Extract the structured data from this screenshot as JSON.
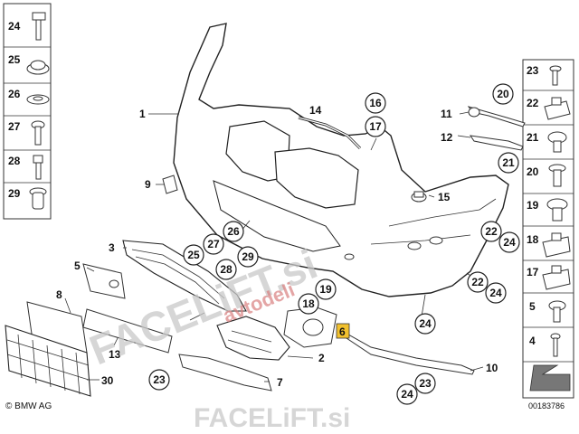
{
  "left_column": [
    "24",
    "25",
    "26",
    "27",
    "28",
    "29"
  ],
  "right_column": [
    "23",
    "22",
    "21",
    "20",
    "19",
    "18",
    "17",
    "5",
    "4"
  ],
  "labels": {
    "p1": "1",
    "p2": "2",
    "p3": "3",
    "p5": "5",
    "p6": "6",
    "p7": "7",
    "p8": "8",
    "p9": "9",
    "p10": "10",
    "p11": "11",
    "p12": "12",
    "p13": "13",
    "p14": "14",
    "p15": "15",
    "p30": "30"
  },
  "circled": [
    "16",
    "17",
    "20",
    "21",
    "26",
    "27",
    "25",
    "29",
    "28",
    "22",
    "24",
    "22",
    "24",
    "18",
    "19",
    "24",
    "23",
    "23",
    "24"
  ],
  "watermark": {
    "diagonal": "FACELiFT.si",
    "diagonal_sub": "avtodeli",
    "bottom": "FACELiFT.si"
  },
  "footer": {
    "copyright": "© BMW AG",
    "diagram_id": "00183786"
  },
  "colors": {
    "highlight": "#f2c12e",
    "watermark": "#c9c9c9"
  }
}
